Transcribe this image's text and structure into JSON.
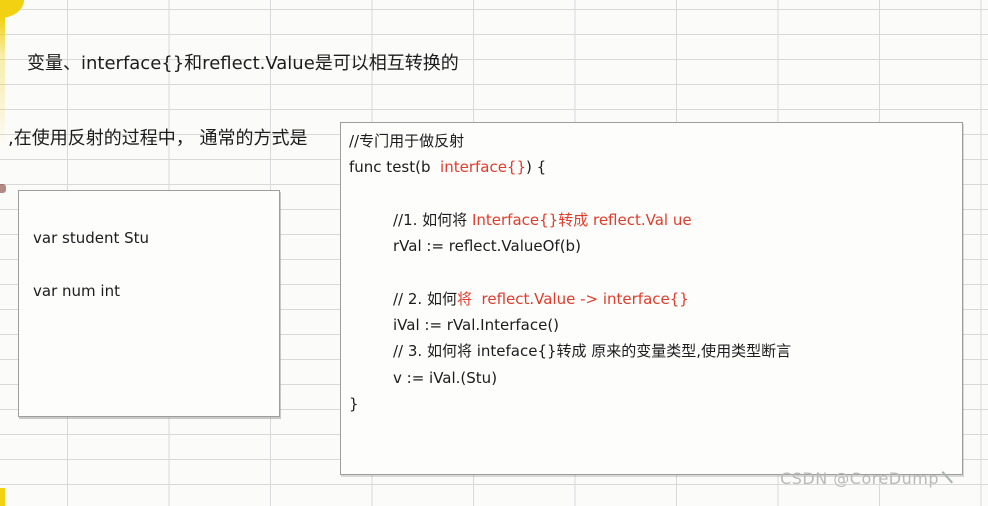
{
  "palette": {
    "background": "#fbfcfa",
    "grid_line": "#d9d9d9",
    "box_border": "#9e9e9e",
    "text": "#1c1c1c",
    "code_red": "#e23b2a",
    "yellow": "#f2d112",
    "watermark": "#b9b9b9"
  },
  "header": {
    "line1": "变量、interface{}和reflect.Value是可以相互转换的",
    "line2": ",在使用反射的过程中， 通常的方式是"
  },
  "left_box": {
    "line1": "var student Stu",
    "line2": "var num int"
  },
  "code_box": {
    "lines": [
      {
        "indent": 0,
        "segments": [
          {
            "text": "//专门用于做反射",
            "color": "black"
          }
        ]
      },
      {
        "indent": 0,
        "segments": [
          {
            "text": "func test(b  ",
            "color": "black"
          },
          {
            "text": "interface{}",
            "color": "red"
          },
          {
            "text": ") {",
            "color": "black"
          }
        ]
      },
      {
        "indent": 0,
        "segments": []
      },
      {
        "indent": 1,
        "segments": [
          {
            "text": "//1. 如何将 ",
            "color": "black"
          },
          {
            "text": "Interface{}转成 reflect.Val ue",
            "color": "red"
          }
        ]
      },
      {
        "indent": 1,
        "segments": [
          {
            "text": "rVal := reflect.ValueOf(b)",
            "color": "black"
          }
        ]
      },
      {
        "indent": 0,
        "segments": []
      },
      {
        "indent": 1,
        "segments": [
          {
            "text": "// 2. 如何",
            "color": "black"
          },
          {
            "text": "将  reflect.Value -> interface{}",
            "color": "red"
          }
        ]
      },
      {
        "indent": 1,
        "segments": [
          {
            "text": "iVal := rVal.Interface()",
            "color": "black"
          }
        ]
      },
      {
        "indent": 1,
        "segments": [
          {
            "text": "// 3. 如何将 inteface{}转成 原来的变量类型,使用类型断言",
            "color": "black"
          }
        ]
      },
      {
        "indent": 1,
        "segments": [
          {
            "text": "v := iVal.(Stu)",
            "color": "black"
          }
        ]
      },
      {
        "indent": 0,
        "segments": [
          {
            "text": "}",
            "color": "black"
          }
        ]
      }
    ]
  },
  "watermark": {
    "text": "CSDN @CoreDump"
  }
}
